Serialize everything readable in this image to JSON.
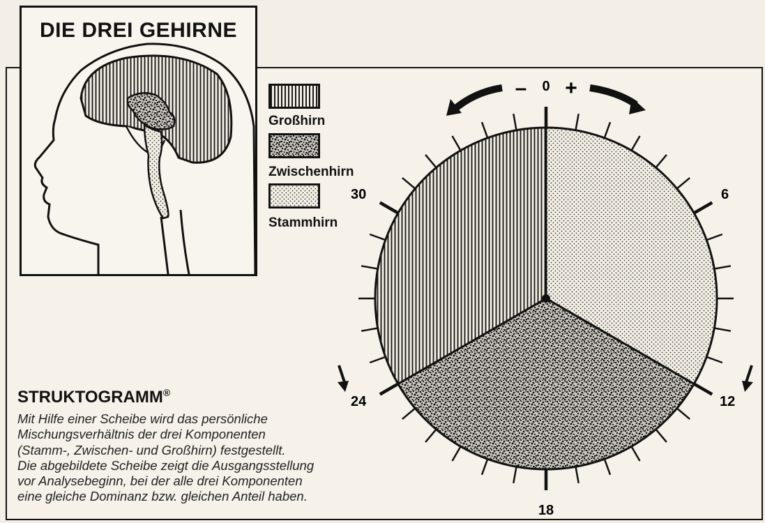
{
  "head_panel": {
    "title": "DIE DREI GEHIRNE"
  },
  "legend": {
    "items": [
      {
        "label": "Großhirn",
        "pattern": "vertical-hatch"
      },
      {
        "label": "Zwischenhirn",
        "pattern": "dense-speckle"
      },
      {
        "label": "Stammhirn",
        "pattern": "fine-dots"
      }
    ]
  },
  "disc": {
    "top_marker": {
      "center": "0",
      "minus": "–",
      "plus": "+"
    },
    "scale_labels": [
      "0",
      "6",
      "12",
      "18",
      "24",
      "30"
    ],
    "label_6": "6",
    "label_12": "12",
    "label_18": "18",
    "label_24": "24",
    "label_30": "30",
    "tick_count": 36,
    "segments": [
      {
        "name": "Stammhirn",
        "share": 0.3333
      },
      {
        "name": "Zwischenhirn",
        "share": 0.3333
      },
      {
        "name": "Großhirn",
        "share": 0.3333
      }
    ]
  },
  "caption": {
    "title": "STRUKTOGRAMM",
    "trademark": "®",
    "lines": [
      "Mit Hilfe einer Scheibe wird das persönliche",
      "Mischungsverhältnis der drei Komponenten",
      "(Stamm-, Zwischen- und Großhirn) festgestellt.",
      "Die abgebildete Scheibe zeigt die Ausgangsstellung",
      "vor Analysebeginn, bei der alle drei Komponenten",
      "eine gleiche Dominanz bzw. gleichen Anteil haben."
    ]
  }
}
